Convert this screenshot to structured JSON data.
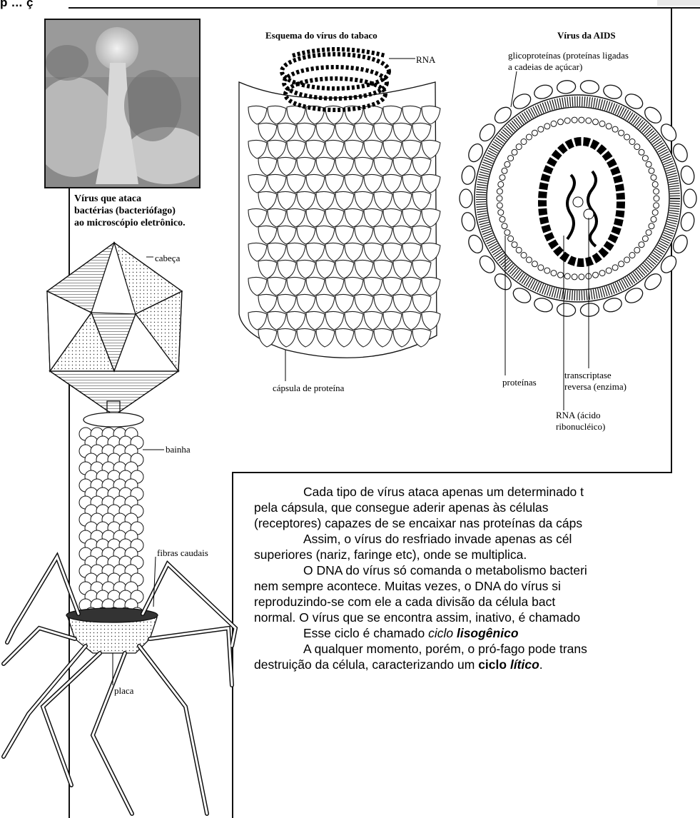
{
  "header": {
    "word": "p ... ç"
  },
  "figures": {
    "photo_caption": [
      "Vírus que ataca",
      "bactérias (bacteriófago)",
      "ao microscópio eletrônico."
    ],
    "tobacco": {
      "title": "Esquema do vírus do tabaco",
      "rna_label": "RNA",
      "capsule_label": "cápsula de proteína"
    },
    "aids": {
      "title": "Vírus da AIDS",
      "glyco_label": [
        "glicoproteínas (proteínas ligadas",
        "a cadeias de açúcar)"
      ],
      "proteins_label": "proteínas",
      "rt_label": [
        "transcriptase",
        "reversa (enzima)"
      ],
      "rna_label": [
        "RNA (ácido",
        "ribonucléico)"
      ]
    },
    "phage": {
      "head": "cabeça",
      "sheath": "bainha",
      "tail_fibers": "fibras caudais",
      "plate": "placa"
    }
  },
  "body": {
    "p1": [
      "Cada tipo de vírus ataca apenas um determinado t",
      "pela cápsula, que consegue aderir apenas às células",
      "(receptores) capazes de se encaixar nas proteínas da cáps"
    ],
    "p2": [
      "Assim, o vírus do resfriado invade apenas as cél",
      "superiores (nariz, faringe etc), onde se multiplica."
    ],
    "p3": [
      "O DNA do vírus só comanda o metabolismo bacteri",
      "nem sempre acontece. Muitas vezes, o DNA do vírus si",
      "reproduzindo-se com ele a cada divisão da célula bact",
      "normal. O vírus que se encontra assim, inativo, é chamado"
    ],
    "p4": {
      "prefix": "Esse ciclo é chamado ",
      "italic": "ciclo ",
      "bold_italic": "lisogênico"
    },
    "p5": {
      "line1": "A qualquer momento, porém, o pró-fago pode trans",
      "line2_prefix": "destruição da célula, caracterizando um ",
      "bold": "ciclo ",
      "bold_italic": "lítico",
      "end": "."
    }
  }
}
